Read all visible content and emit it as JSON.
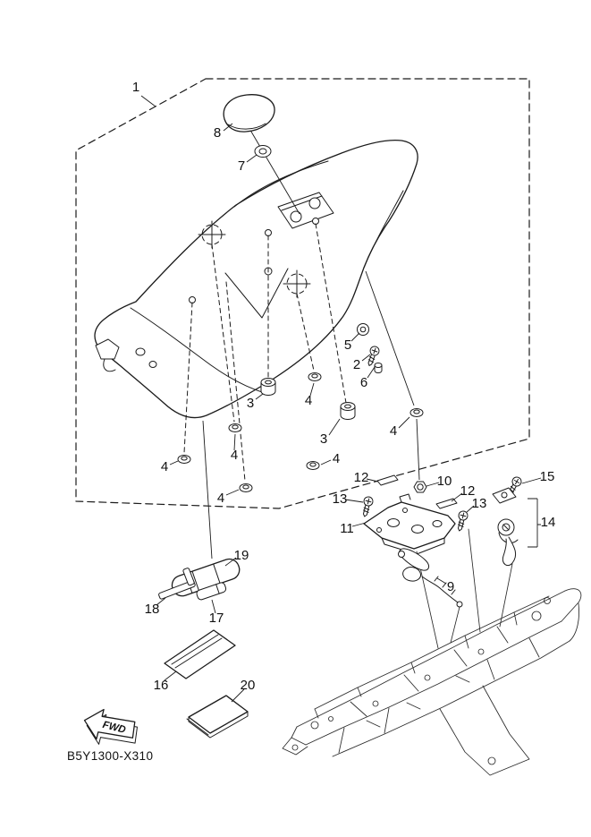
{
  "diagram": {
    "code": "B5Y1300-X310",
    "fwd_label": "FWD"
  },
  "callouts": [
    {
      "label": "1"
    },
    {
      "label": "8"
    },
    {
      "label": "7"
    },
    {
      "label": "5"
    },
    {
      "label": "2"
    },
    {
      "label": "6"
    },
    {
      "label": "3"
    },
    {
      "label": "4"
    },
    {
      "label": "3"
    },
    {
      "label": "4"
    },
    {
      "label": "4"
    },
    {
      "label": "4"
    },
    {
      "label": "4"
    },
    {
      "label": "4"
    },
    {
      "label": "12"
    },
    {
      "label": "10"
    },
    {
      "label": "12"
    },
    {
      "label": "15"
    },
    {
      "label": "13"
    },
    {
      "label": "13"
    },
    {
      "label": "11"
    },
    {
      "label": "14"
    },
    {
      "label": "9"
    },
    {
      "label": "19"
    },
    {
      "label": "18"
    },
    {
      "label": "17"
    },
    {
      "label": "16"
    },
    {
      "label": "20"
    }
  ]
}
